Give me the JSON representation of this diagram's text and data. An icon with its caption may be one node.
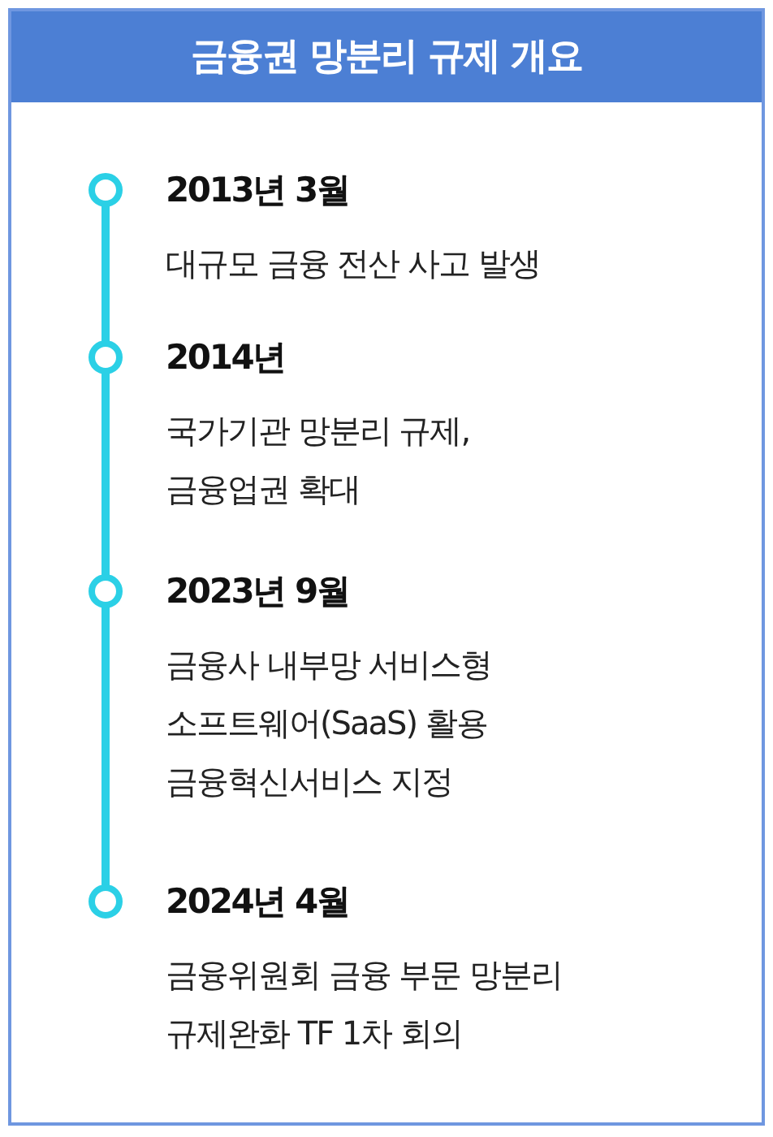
{
  "diagram": {
    "title": "금융권 망분리 규제 개요",
    "nodes": [
      {
        "text": [],
        "shape": "circle",
        "beside": [
          "2013년 3월",
          "대규모 금융 전산 사고 발생"
        ]
      },
      {
        "text": [],
        "shape": "circle",
        "beside": [
          "2014년",
          "국가기관 망분리 규제, 금융업권 확대"
        ]
      },
      {
        "text": [],
        "shape": "circle",
        "beside": [
          "2023년 9월",
          "금융사 내부망 서비스형 소프트웨어(SaaS) 활용 금융혁신서비스 지정"
        ]
      },
      {
        "text": [],
        "shape": "circle",
        "beside": [
          "2024년 4월",
          "금융위원회 금융 부문 망분리 규제완화 TF 1차 회의"
        ]
      }
    ],
    "edges": [
      {
        "from": 0,
        "to": 1,
        "arrow": "none"
      },
      {
        "from": 1,
        "to": 2,
        "arrow": "none"
      },
      {
        "from": 2,
        "to": 3,
        "arrow": "none"
      }
    ]
  }
}
